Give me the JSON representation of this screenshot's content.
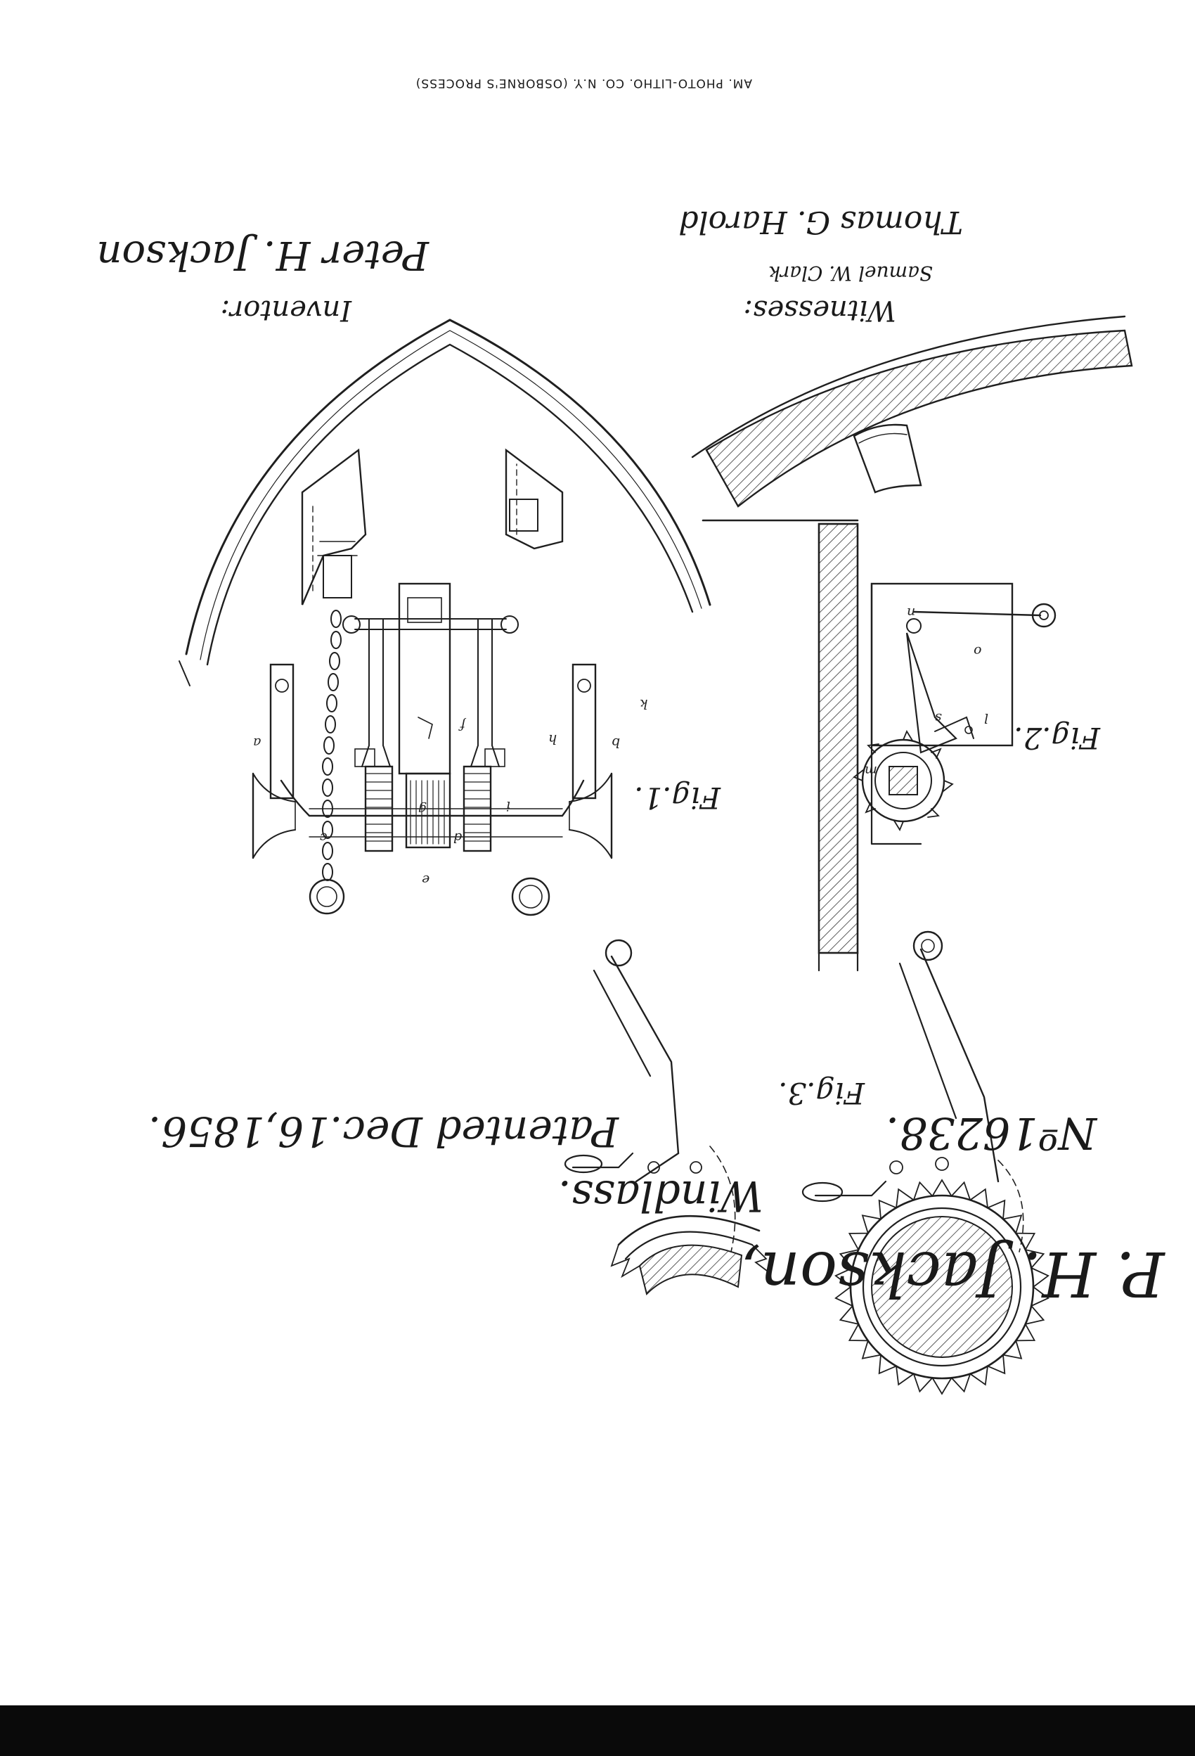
{
  "header": {
    "printer_credit": "AM. PHOTO-LITHO. CO. N.Y. (OSBORNE'S PROCESS)"
  },
  "title_block": {
    "inventor_name": "P. H. Jackson,",
    "subject": "Windlass.",
    "patent_date": "Patented Dec.16,1856.",
    "patent_number": "Nº16238."
  },
  "signatures": {
    "inventor_label": "Inventor:",
    "inventor_signature": "Peter H. Jackson",
    "witnesses_label": "Witnesses:",
    "witness_1": "Samuel W. Clark",
    "witness_2": "Thomas G. Harold"
  },
  "figures": {
    "fig1_label": "Fig.1.",
    "fig2_label": "Fig.2.",
    "fig3_label": "Fig.3."
  },
  "reference_letters": [
    "a",
    "b",
    "c",
    "d",
    "e",
    "f",
    "g",
    "h",
    "i",
    "k",
    "l",
    "m",
    "n",
    "o",
    "s"
  ]
}
